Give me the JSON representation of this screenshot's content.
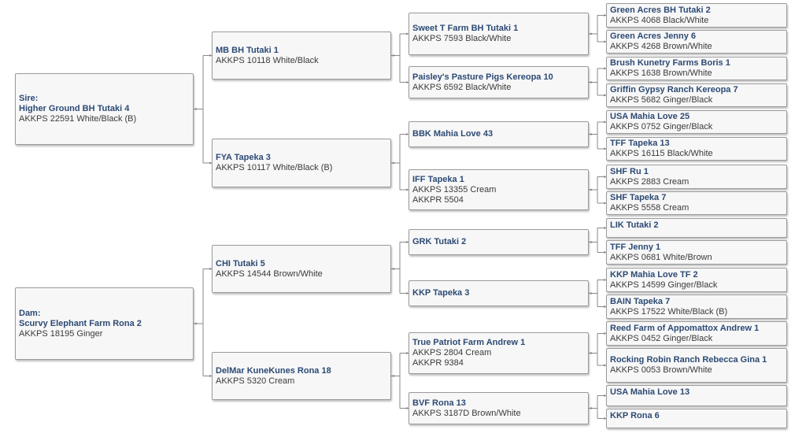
{
  "sire": {
    "label": "Sire:",
    "name": "Higher Ground BH Tutaki 4",
    "details": [
      "AKKPS 22591 White/Black (B)"
    ],
    "children": [
      {
        "name": "MB BH Tutaki 1",
        "details": [
          "AKKPS 10118 White/Black"
        ],
        "children": [
          {
            "name": "Sweet T Farm BH Tutaki 1",
            "details": [
              "AKKPS 7593 Black/White"
            ],
            "children": [
              {
                "name": "Green Acres BH Tutaki 2",
                "details": [
                  "AKKPS 4068 Black/White"
                ]
              },
              {
                "name": "Green Acres Jenny 6",
                "details": [
                  "AKKPS 4268 Brown/White"
                ]
              }
            ]
          },
          {
            "name": "Paisley's Pasture Pigs Kereopa 10",
            "details": [
              "AKKPS 6592 Black/White"
            ],
            "children": [
              {
                "name": "Brush Kunetry Farms Boris 1",
                "details": [
                  "AKKPS 1638 Brown/White"
                ]
              },
              {
                "name": "Griffin Gypsy Ranch Kereopa 7",
                "details": [
                  "AKKPS 5682 Ginger/Black"
                ]
              }
            ]
          }
        ]
      },
      {
        "name": "FYA Tapeka 3",
        "details": [
          "AKKPS 10117 White/Black (B)"
        ],
        "children": [
          {
            "name": "BBK Mahia Love 43",
            "details": [],
            "children": [
              {
                "name": "USA Mahia Love 25",
                "details": [
                  "AKKPS 0752 Ginger/Black"
                ]
              },
              {
                "name": "TFF Tapeka 13",
                "details": [
                  "AKKPS 16115 Black/White"
                ]
              }
            ]
          },
          {
            "name": "IFF Tapeka 1",
            "details": [
              "AKKPS 13355 Cream",
              "AKKPR 5504"
            ],
            "children": [
              {
                "name": "SHF Ru 1",
                "details": [
                  "AKKPS 2883 Cream"
                ]
              },
              {
                "name": "SHF Tapeka 7",
                "details": [
                  "AKKPS 5558 Cream"
                ]
              }
            ]
          }
        ]
      }
    ]
  },
  "dam": {
    "label": "Dam:",
    "name": "Scurvy Elephant Farm Rona 2",
    "details": [
      "AKKPS 18195 Ginger"
    ],
    "children": [
      {
        "name": "CHI Tutaki 5",
        "details": [
          "AKKPS 14544 Brown/White"
        ],
        "children": [
          {
            "name": "GRK Tutaki 2",
            "details": [],
            "children": [
              {
                "name": "LIK Tutaki 2",
                "details": []
              },
              {
                "name": "TFF Jenny 1",
                "details": [
                  "AKKPS 0681 White/Brown"
                ]
              }
            ]
          },
          {
            "name": "KKP Tapeka 3",
            "details": [],
            "children": [
              {
                "name": "KKP Mahia Love TF 2",
                "details": [
                  "AKKPS 14599 Ginger/Black"
                ]
              },
              {
                "name": "BAIN Tapeka 7",
                "details": [
                  "AKKPS 17522 White/Black (B)"
                ]
              }
            ]
          }
        ]
      },
      {
        "name": "DelMar KuneKunes Rona 18",
        "details": [
          "AKKPS 5320 Cream"
        ],
        "children": [
          {
            "name": "True Patriot Farm Andrew 1",
            "details": [
              "AKKPS 2804 Cream",
              "AKKPR 9384"
            ],
            "children": [
              {
                "name": "Reed Farm of Appomattox Andrew 1",
                "details": [
                  "AKKPS 0452 Ginger/Black"
                ]
              },
              {
                "name": "Rocking Robin Ranch Rebecca Gina 1",
                "details": [
                  "AKKPS 0053 Brown/White"
                ]
              }
            ]
          },
          {
            "name": "BVF Rona 13",
            "details": [
              "AKKPS 3187D Brown/White"
            ],
            "children": [
              {
                "name": "USA Mahia Love 13",
                "details": []
              },
              {
                "name": "KKP Rona 6",
                "details": []
              }
            ]
          }
        ]
      }
    ]
  },
  "colors": {
    "name": "#2c4a73",
    "text": "#3a3a3a",
    "border": "#9a9a9a",
    "box_bg": "#f7f7f8",
    "connector": "#888888"
  }
}
